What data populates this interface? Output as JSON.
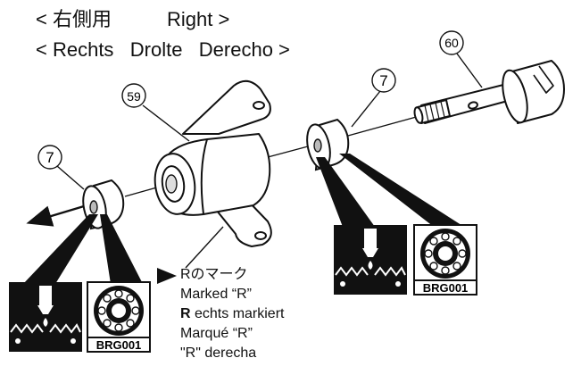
{
  "header": {
    "line1_part1": "< 右側用",
    "line1_part2": "Right >",
    "line2": "< Rechts   Drolte   Derecho >"
  },
  "parts": {
    "bearing_left_number": "7",
    "bearing_right_number": "7",
    "upright_number": "59",
    "axle_number": "60"
  },
  "bearing_box": {
    "label": "BRG001"
  },
  "marking": {
    "line_jp": "Rのマーク",
    "line_en": "Marked “R”",
    "line_de_bold": "R",
    "line_de_rest": " echts markiert",
    "line_fr": "Marqué “R”",
    "line_es": "\"R\" derecha"
  }
}
